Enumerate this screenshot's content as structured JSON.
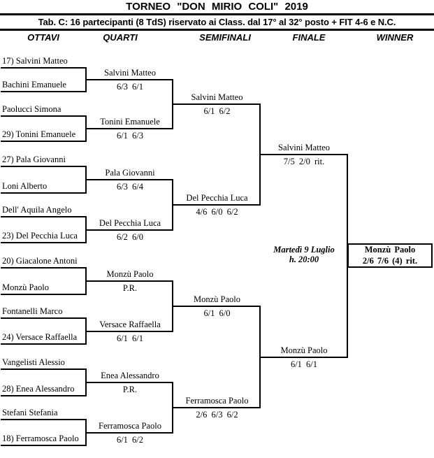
{
  "header": {
    "title": "TORNEO \"DON MIRIO COLI\" 2019",
    "subtitle": "Tab. C: 16 partecipanti (8 TdS) riservato ai Class. dal 17° al 32° posto + FIT 4-6 e N.C.",
    "round_labels": [
      "OTTAVI",
      "QUARTI",
      "SEMIFINALI",
      "FINALE",
      "WINNER"
    ]
  },
  "bracket": {
    "ottavi_players": [
      "17) Salvini Matteo",
      "Bachini Emanuele",
      "Paolucci Simona",
      "29) Tonini Emanuele",
      "27) Pala Giovanni",
      "Loni Alberto",
      "Dell' Aquila Angelo",
      "23) Del Pecchia Luca",
      "20) Giacalone Antoni",
      "Monzù Paolo",
      "Fontanelli Marco",
      "24) Versace Raffaella",
      "Vangelisti Alessio",
      "28) Enea Alessandro",
      "Stefani Stefania",
      "18) Ferramosca Paolo"
    ],
    "quarti": [
      {
        "winner": "Salvini Matteo",
        "score": "6/3 6/1"
      },
      {
        "winner": "Tonini Emanuele",
        "score": "6/1 6/3"
      },
      {
        "winner": "Pala Giovanni",
        "score": "6/3 6/4"
      },
      {
        "winner": "Del Pecchia Luca",
        "score": "6/2 6/0"
      },
      {
        "winner": "Monzù Paolo",
        "score": "P.R."
      },
      {
        "winner": "Versace Raffaella",
        "score": "6/1 6/1"
      },
      {
        "winner": "Enea Alessandro",
        "score": "P.R."
      },
      {
        "winner": "Ferramosca Paolo",
        "score": "6/1 6/2"
      }
    ],
    "semifinali": [
      {
        "winner": "Salvini Matteo",
        "score": "6/1 6/2"
      },
      {
        "winner": "Del Pecchia Luca",
        "score": "4/6 6/0 6/2"
      },
      {
        "winner": "Monzù Paolo",
        "score": "6/1 6/0"
      },
      {
        "winner": "Ferramosca Paolo",
        "score": "2/6 6/3 6/2"
      }
    ],
    "finale": [
      {
        "winner": "Salvini Matteo",
        "score": "7/5 2/0 rit."
      },
      {
        "winner": "Monzù Paolo",
        "score": "6/1 6/1"
      }
    ],
    "winner": {
      "name": "Monzù Paolo",
      "score": "2/6 7/6 (4) rit."
    },
    "final_schedule": {
      "line1": "Martedì 9 Luglio",
      "line2": "h. 20:00"
    }
  },
  "colors": {
    "line": "#000000",
    "text": "#000000",
    "background": "#ffffff"
  }
}
